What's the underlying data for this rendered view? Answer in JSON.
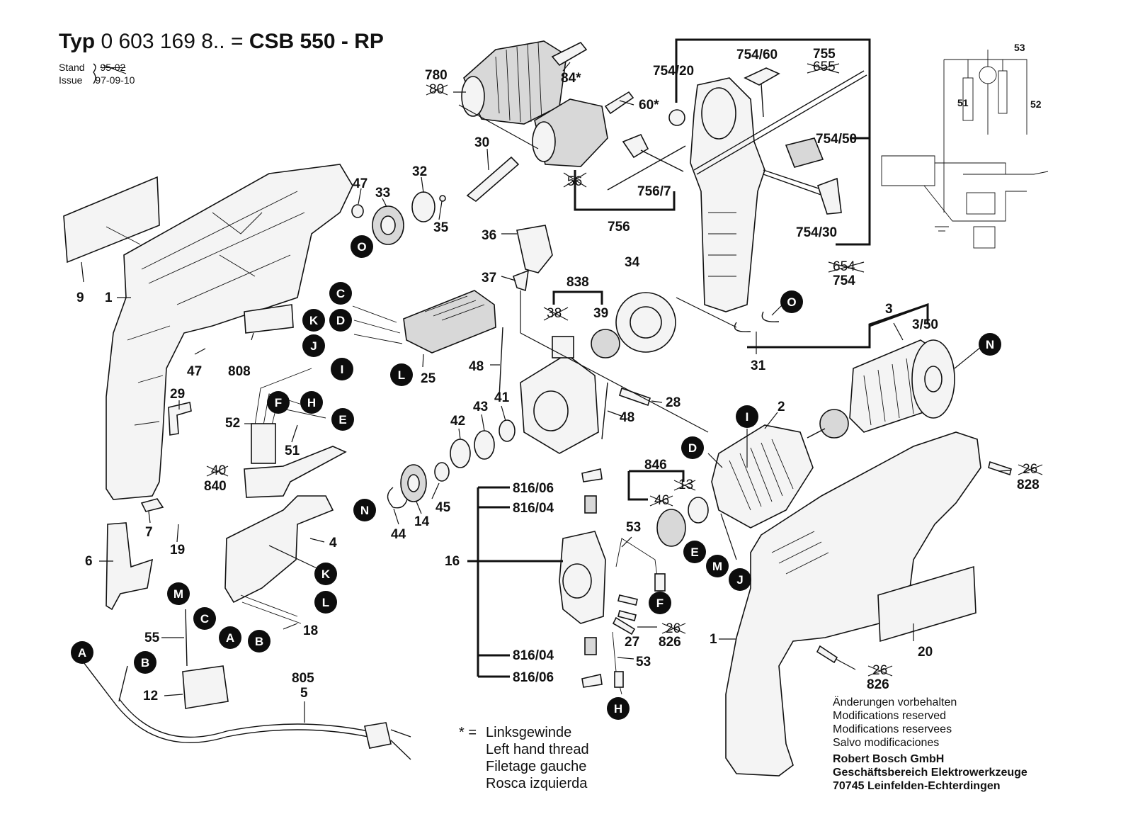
{
  "header": {
    "typ_prefix": "Typ",
    "typ_number": "0 603 169 8.. =",
    "model": "CSB 550 - RP",
    "stand_label": "Stand",
    "issue_label": "Issue",
    "old_date": "95-02",
    "date": "97-09-10"
  },
  "legend": {
    "star": "* =",
    "lines": [
      "Linksgewinde",
      "Left hand thread",
      "Filetage gauche",
      "Rosca izquierda"
    ]
  },
  "notice": {
    "lines": [
      "Änderungen vorbehalten",
      "Modifications reserved",
      "Modifications reservees",
      "Salvo modificaciones"
    ]
  },
  "manufacturer": {
    "lines": [
      "Robert Bosch GmbH",
      "Geschäftsbereich Elektrowerkzeuge",
      "70745 Leinfelden-Echterdingen"
    ]
  },
  "part_labels": [
    "780",
    "80",
    "84*",
    "60*",
    "30",
    "32",
    "47",
    "33",
    "35",
    "56",
    "756/7",
    "756",
    "754/20",
    "754/60",
    "755",
    "655",
    "754/50",
    "754/30",
    "654",
    "754",
    "53",
    "51",
    "52",
    "9",
    "1",
    "36",
    "37",
    "838",
    "38",
    "39",
    "34",
    "31",
    "47",
    "808",
    "29",
    "25",
    "48",
    "48",
    "41",
    "43",
    "42",
    "28",
    "52",
    "51",
    "40",
    "840",
    "45",
    "14",
    "44",
    "7",
    "19",
    "6",
    "4",
    "3",
    "3/50",
    "2",
    "846",
    "13",
    "46",
    "53",
    "816/06",
    "816/04",
    "16",
    "816/04",
    "816/06",
    "27",
    "26",
    "826",
    "53",
    "55",
    "18",
    "12",
    "805",
    "5",
    "828",
    "26",
    "1",
    "20",
    "26",
    "826"
  ],
  "connector_letters": [
    "C",
    "K",
    "D",
    "J",
    "L",
    "I",
    "F",
    "H",
    "E",
    "O",
    "O",
    "N",
    "N",
    "I",
    "D",
    "E",
    "M",
    "J",
    "K",
    "L",
    "C",
    "A",
    "B",
    "M",
    "F",
    "A",
    "B",
    "H"
  ],
  "icons": {
    "connector_marker": "black-circle-letter",
    "struck_label": "crossed-out-number"
  }
}
